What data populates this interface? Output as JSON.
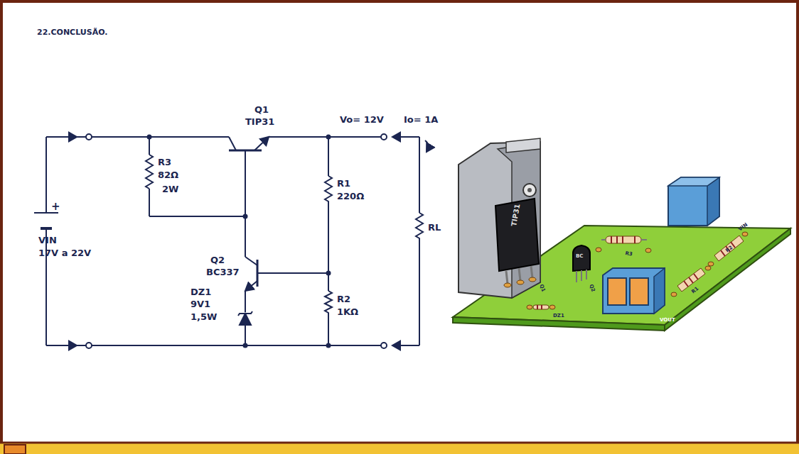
{
  "diagram": {
    "title": "22.CONCLUSÃO.",
    "labels": [
      "Q1",
      "TIP31",
      "Vo= 12V",
      "Io= 1A",
      "R3",
      "82Ω",
      "2W",
      "+",
      "VIN",
      "17V a 22V",
      "R1",
      "220Ω",
      "RL",
      "Q2",
      "BC337",
      "DZ1",
      "9V1",
      "1,5W",
      "R2",
      "1KΩ",
      "TIP31",
      "BC",
      "Q1",
      "Q2",
      "DZ1",
      "R3",
      "R2",
      "VIN",
      "R1",
      "VOUT"
    ]
  }
}
